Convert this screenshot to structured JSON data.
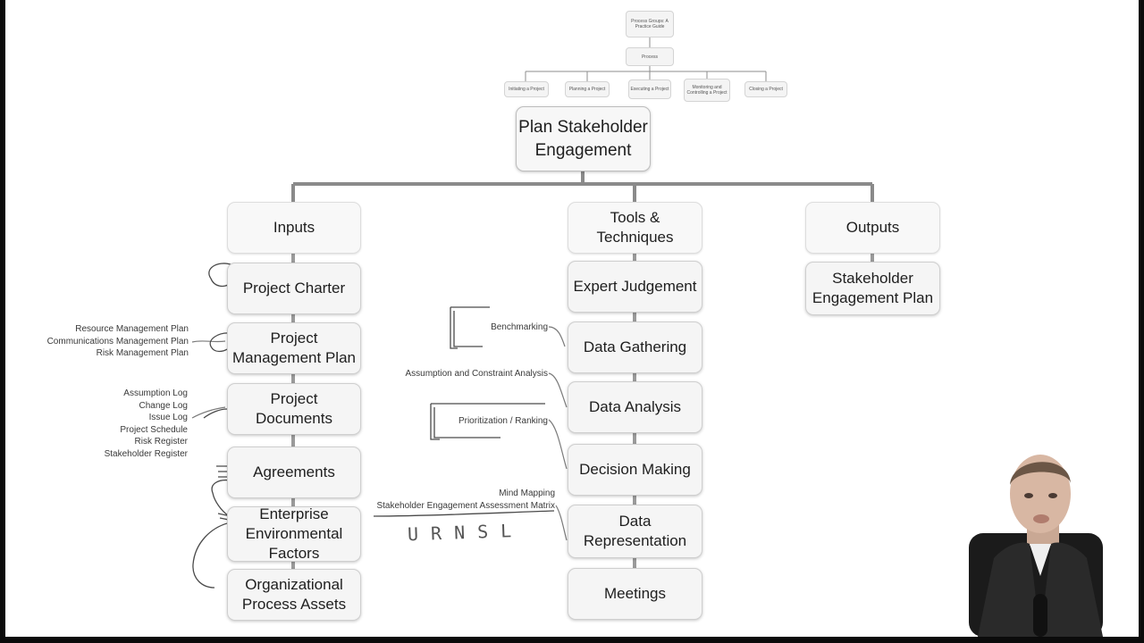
{
  "hierarchy": {
    "top": "Process Groups: A Practice Guide",
    "process": "Process",
    "groups": [
      "Initiating a Project",
      "Planning a Project",
      "Executing a Project",
      "Monitoring and Controlling a Project",
      "Closing a Project"
    ]
  },
  "root": "Plan Stakeholder Engagement",
  "columns": {
    "inputs": {
      "title": "Inputs",
      "items": [
        "Project Charter",
        "Project Management Plan",
        "Project Documents",
        "Agreements",
        "Enterprise Environmental Factors",
        "Organizational Process Assets"
      ]
    },
    "tools": {
      "title": "Tools & Techniques",
      "items": [
        "Expert Judgement",
        "Data Gathering",
        "Data Analysis",
        "Decision Making",
        "Data Representation",
        "Meetings"
      ]
    },
    "outputs": {
      "title": "Outputs",
      "items": [
        "Stakeholder Engagement Plan"
      ]
    }
  },
  "annotations": {
    "pm_plan": [
      "Resource Management Plan",
      "Communications Management Plan",
      "Risk Management Plan"
    ],
    "project_documents": [
      "Assumption Log",
      "Change Log",
      "Issue Log",
      "Project Schedule",
      "Risk Register",
      "Stakeholder Register"
    ],
    "data_gathering": "Benchmarking",
    "data_analysis": "Assumption and Constraint Analysis",
    "decision_making": "Prioritization / Ranking",
    "data_representation": [
      "Mind Mapping",
      "Stakeholder Engagement Assessment Matrix"
    ]
  },
  "handwriting": "URNSL",
  "colors": {
    "box_fill": "#f5f5f5",
    "connector": "#8a8a8a",
    "frame": "#0b0b0b"
  }
}
